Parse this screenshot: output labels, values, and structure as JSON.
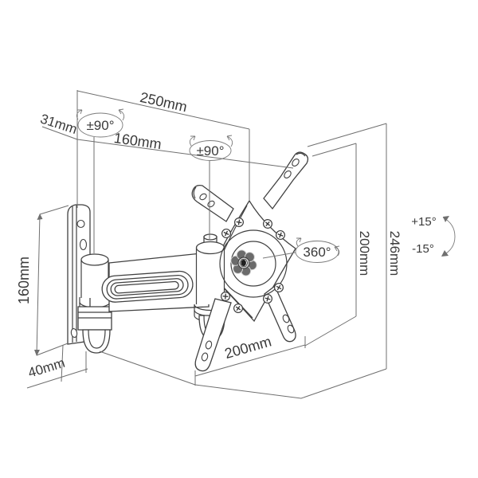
{
  "diagram": {
    "type": "technical-drawing",
    "subject": "articulating TV wall mount bracket with swivel arm and VESA plate",
    "background_color": "#ffffff",
    "line_color": "#414141",
    "dimension_line_color": "#6f6f6f",
    "text_color": "#3a3a3a",
    "labels": {
      "extension_depth": "250mm",
      "wall_offset": "31mm",
      "arm_reach": "160mm",
      "pivot1_swivel": "±90°",
      "pivot2_swivel": "±90°",
      "plate_rotation": "360°",
      "vesa_height": "200mm",
      "total_height": "246mm",
      "tilt_up": "+15°",
      "tilt_down": "-15°",
      "wall_plate_height": "160mm",
      "wall_plate_depth": "40mm",
      "vesa_width": "200mm"
    }
  }
}
